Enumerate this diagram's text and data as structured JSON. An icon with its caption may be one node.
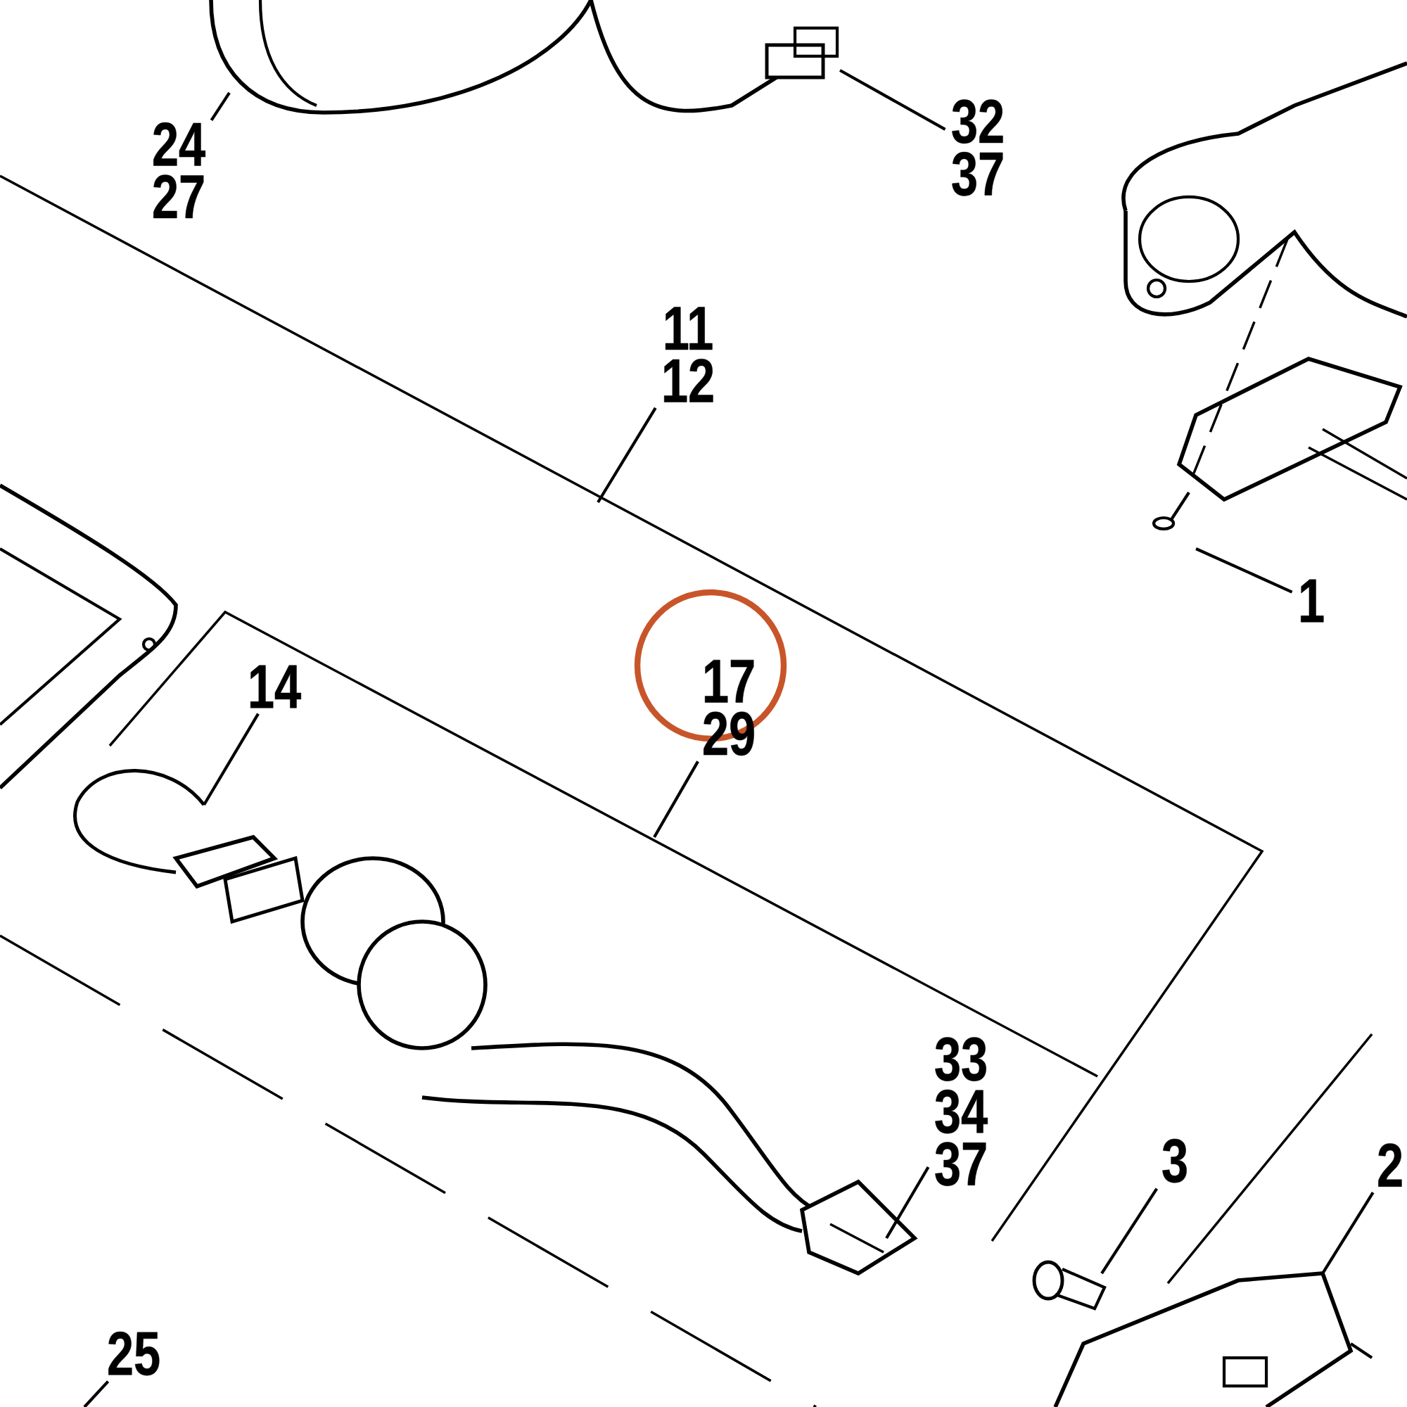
{
  "diagram": {
    "nodes": [
      {
        "text": [
          "24",
          "27"
        ]
      },
      {
        "text": [
          "32",
          "37"
        ]
      },
      {
        "text": [
          "11",
          "12"
        ]
      },
      {
        "text": [
          "1"
        ]
      },
      {
        "text": [
          "14"
        ]
      },
      {
        "text": [
          "17",
          "29"
        ]
      },
      {
        "text": [
          "33",
          "34",
          "37"
        ]
      },
      {
        "text": [
          "3"
        ]
      },
      {
        "text": [
          "2"
        ]
      },
      {
        "text": [
          "25"
        ]
      }
    ],
    "edges": [
      {
        "from": 0,
        "to": null,
        "arrow": "none"
      },
      {
        "from": 1,
        "to": null,
        "arrow": "none"
      },
      {
        "from": 2,
        "to": null,
        "arrow": "none"
      },
      {
        "from": 3,
        "to": null,
        "arrow": "none"
      },
      {
        "from": 4,
        "to": null,
        "arrow": "none"
      },
      {
        "from": 5,
        "to": null,
        "arrow": "none"
      },
      {
        "from": 6,
        "to": null,
        "arrow": "none"
      },
      {
        "from": 7,
        "to": null,
        "arrow": "none"
      },
      {
        "from": 8,
        "to": null,
        "arrow": "none"
      },
      {
        "from": 9,
        "to": null,
        "arrow": "none"
      }
    ]
  }
}
